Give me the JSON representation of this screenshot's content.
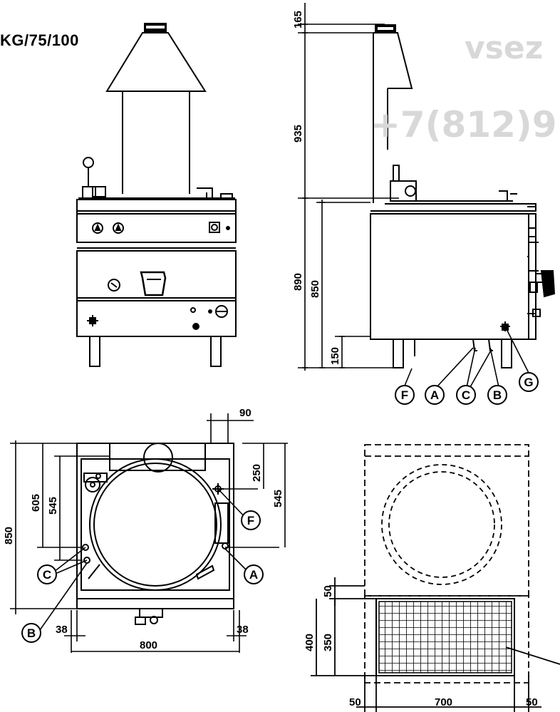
{
  "model_title": "KG/75/100",
  "watermark": {
    "site": "vsez",
    "phone": "+7(812)9"
  },
  "dims": {
    "side": {
      "top": "165",
      "stack": "935",
      "total": "890",
      "body": "850",
      "leg": "150"
    },
    "plan": {
      "d90": "90",
      "d250": "250",
      "d545r": "545",
      "d605": "605",
      "d545l": "545",
      "d850": "850",
      "d38l": "38",
      "d38r": "38",
      "d800": "800"
    },
    "base": {
      "d50top": "50",
      "d400": "400",
      "d350": "350",
      "d50l": "50",
      "d700": "700",
      "d50r": "50"
    }
  },
  "callouts": {
    "side": [
      "F",
      "A",
      "C",
      "B",
      "G"
    ],
    "plan": {
      "F": "F",
      "A": "A",
      "C": "C",
      "B": "B"
    }
  }
}
